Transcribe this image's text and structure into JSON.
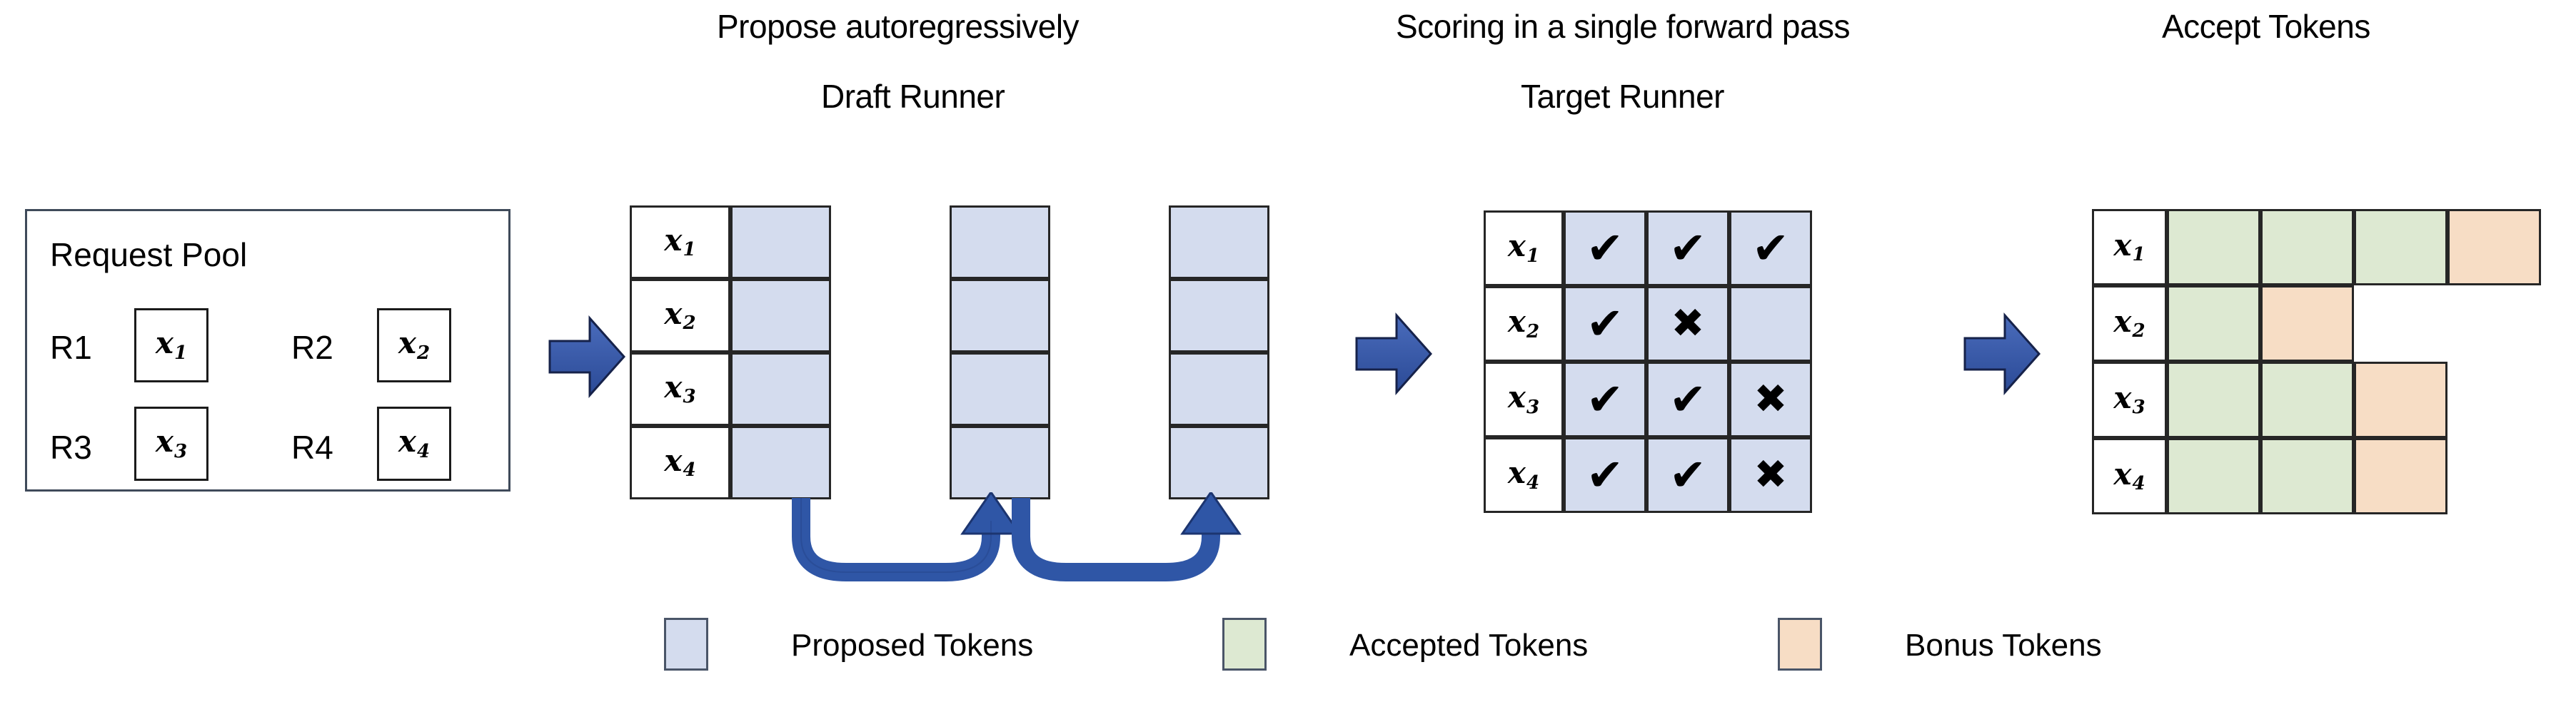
{
  "sections": {
    "draft": {
      "caption": "Propose autoregressively",
      "runner": "Draft Runner"
    },
    "target": {
      "caption": "Scoring in a single forward pass",
      "runner": "Target Runner"
    },
    "accept": {
      "caption": "Accept Tokens"
    }
  },
  "request_pool": {
    "title": "Request Pool",
    "requests": [
      {
        "label": "R1",
        "token": "x",
        "sub": "1"
      },
      {
        "label": "R2",
        "token": "x",
        "sub": "2"
      },
      {
        "label": "R3",
        "token": "x",
        "sub": "3"
      },
      {
        "label": "R4",
        "token": "x",
        "sub": "4"
      }
    ]
  },
  "row_labels": [
    {
      "token": "x",
      "sub": "1"
    },
    {
      "token": "x",
      "sub": "2"
    },
    {
      "token": "x",
      "sub": "3"
    },
    {
      "token": "x",
      "sub": "4"
    }
  ],
  "draft_runner": {
    "steps": 3,
    "rows": 4,
    "cells": [
      [
        "proposed",
        "proposed",
        "proposed"
      ],
      [
        "proposed",
        "proposed",
        "proposed"
      ],
      [
        "proposed",
        "proposed",
        "proposed"
      ],
      [
        "proposed",
        "proposed",
        "proposed"
      ]
    ],
    "loop_arrows": 2
  },
  "target_runner": {
    "columns": 3,
    "rows": 4,
    "marks": [
      [
        "check",
        "check",
        "check"
      ],
      [
        "check",
        "cross",
        "none"
      ],
      [
        "check",
        "check",
        "cross"
      ],
      [
        "check",
        "check",
        "cross"
      ]
    ],
    "glyphs": {
      "check": "✔",
      "cross": "✖",
      "none": ""
    }
  },
  "accept_tokens": {
    "rows": [
      [
        "accepted",
        "accepted",
        "accepted",
        "bonus"
      ],
      [
        "accepted",
        "bonus"
      ],
      [
        "accepted",
        "accepted",
        "bonus"
      ],
      [
        "accepted",
        "accepted",
        "bonus"
      ]
    ]
  },
  "legend": [
    {
      "name": "proposed",
      "label": "Proposed Tokens",
      "color": "#d4dcee"
    },
    {
      "name": "accepted",
      "label": "Accepted Tokens",
      "color": "#dde9d2"
    },
    {
      "name": "bonus",
      "label": "Bonus Tokens",
      "color": "#f7ddc5"
    }
  ],
  "colors": {
    "proposed": "#d4dcee",
    "accepted": "#dde9d2",
    "bonus": "#f7ddc5",
    "arrow_blue": "#3a5ba8",
    "arrow_blue_dark": "#2e4a8c",
    "border": "#262626",
    "pool_border": "#3f4a5a",
    "background": "#ffffff"
  },
  "flow_arrows": 3
}
